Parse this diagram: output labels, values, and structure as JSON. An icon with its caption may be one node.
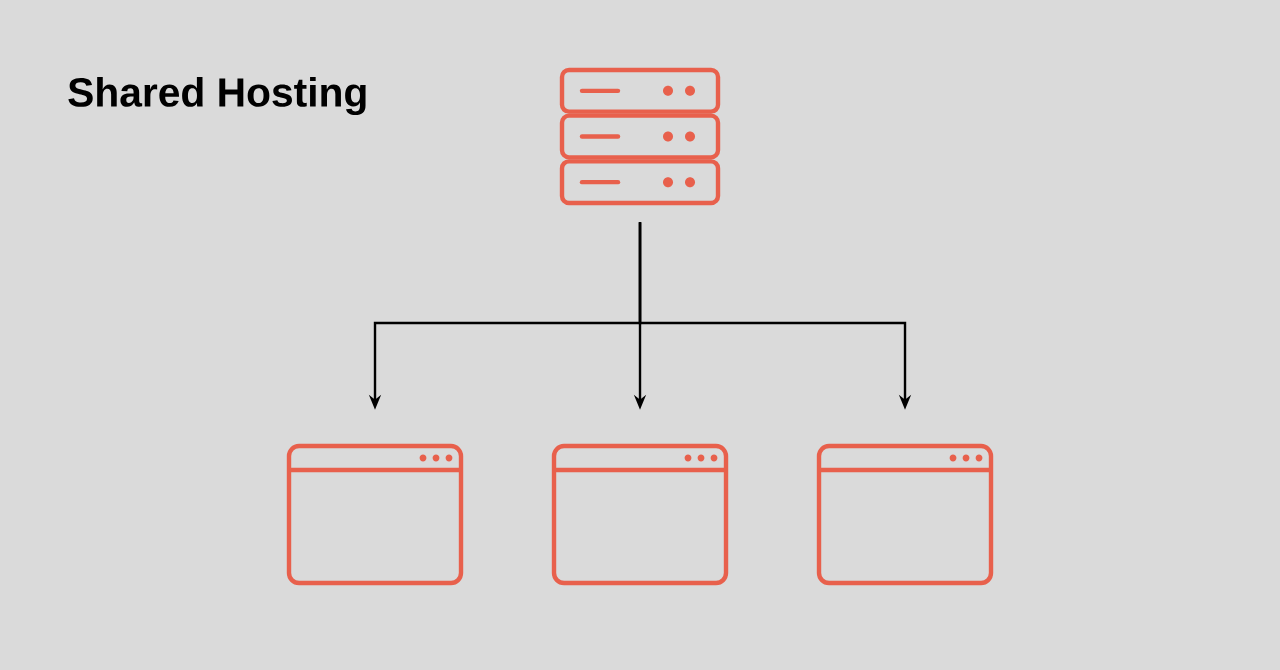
{
  "diagram": {
    "title": "Shared Hosting",
    "nodes": [
      {
        "text": [],
        "shape": "picture"
      },
      {
        "text": [],
        "shape": "picture"
      },
      {
        "text": [],
        "shape": "picture"
      },
      {
        "text": [],
        "shape": "picture"
      }
    ],
    "edges": [
      {
        "from": 0,
        "to": 1,
        "arrow": "to"
      },
      {
        "from": 0,
        "to": 2,
        "arrow": "to"
      },
      {
        "from": 0,
        "to": 3,
        "arrow": "to"
      }
    ]
  }
}
